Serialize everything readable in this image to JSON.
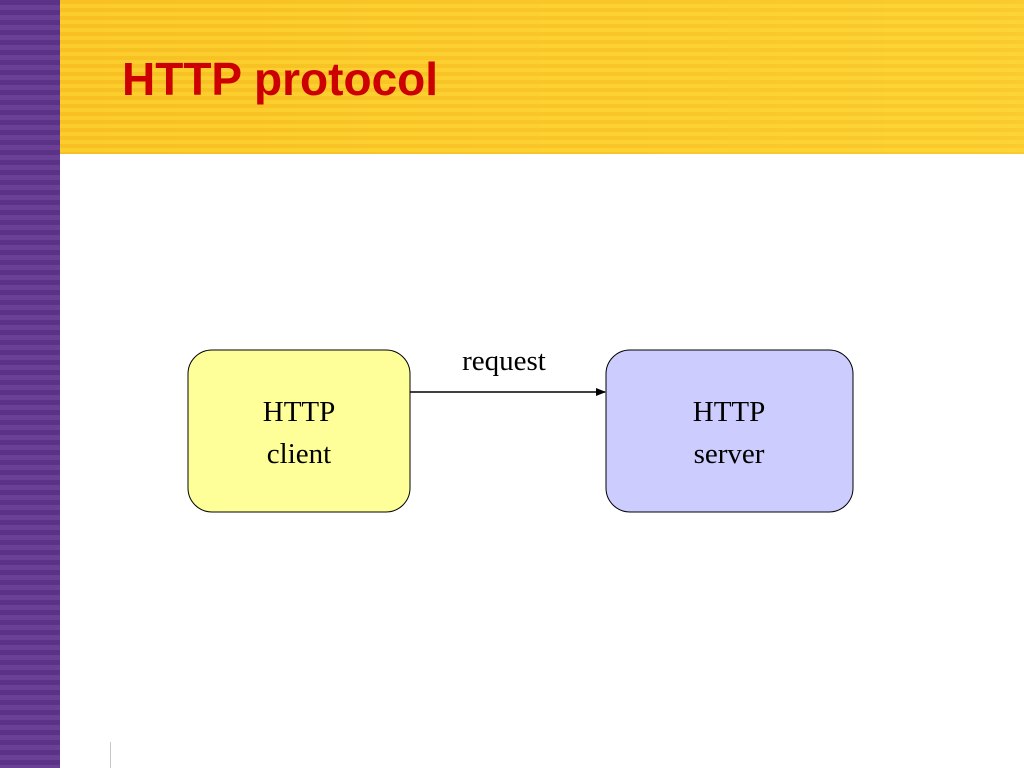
{
  "slide": {
    "title": "HTTP protocol",
    "colors": {
      "title": "#cc0000",
      "title_band": "#f8c022",
      "left_bar": "#5b3285"
    }
  },
  "diagram": {
    "nodes": [
      {
        "id": "client",
        "lines": [
          "HTTP",
          "client"
        ],
        "fill": "#ffff99"
      },
      {
        "id": "server",
        "lines": [
          "HTTP",
          "server"
        ],
        "fill": "#ccccff"
      }
    ],
    "edges": [
      {
        "from": "client",
        "to": "server",
        "label": "request"
      }
    ]
  }
}
